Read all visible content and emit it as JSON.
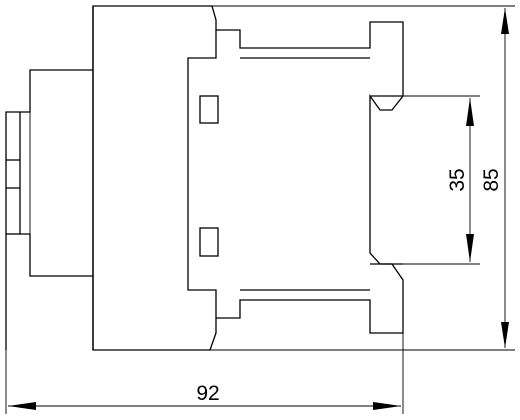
{
  "drawing": {
    "dimensions": {
      "overall_width": "92",
      "overall_height": "85",
      "rail_height": "35"
    }
  }
}
